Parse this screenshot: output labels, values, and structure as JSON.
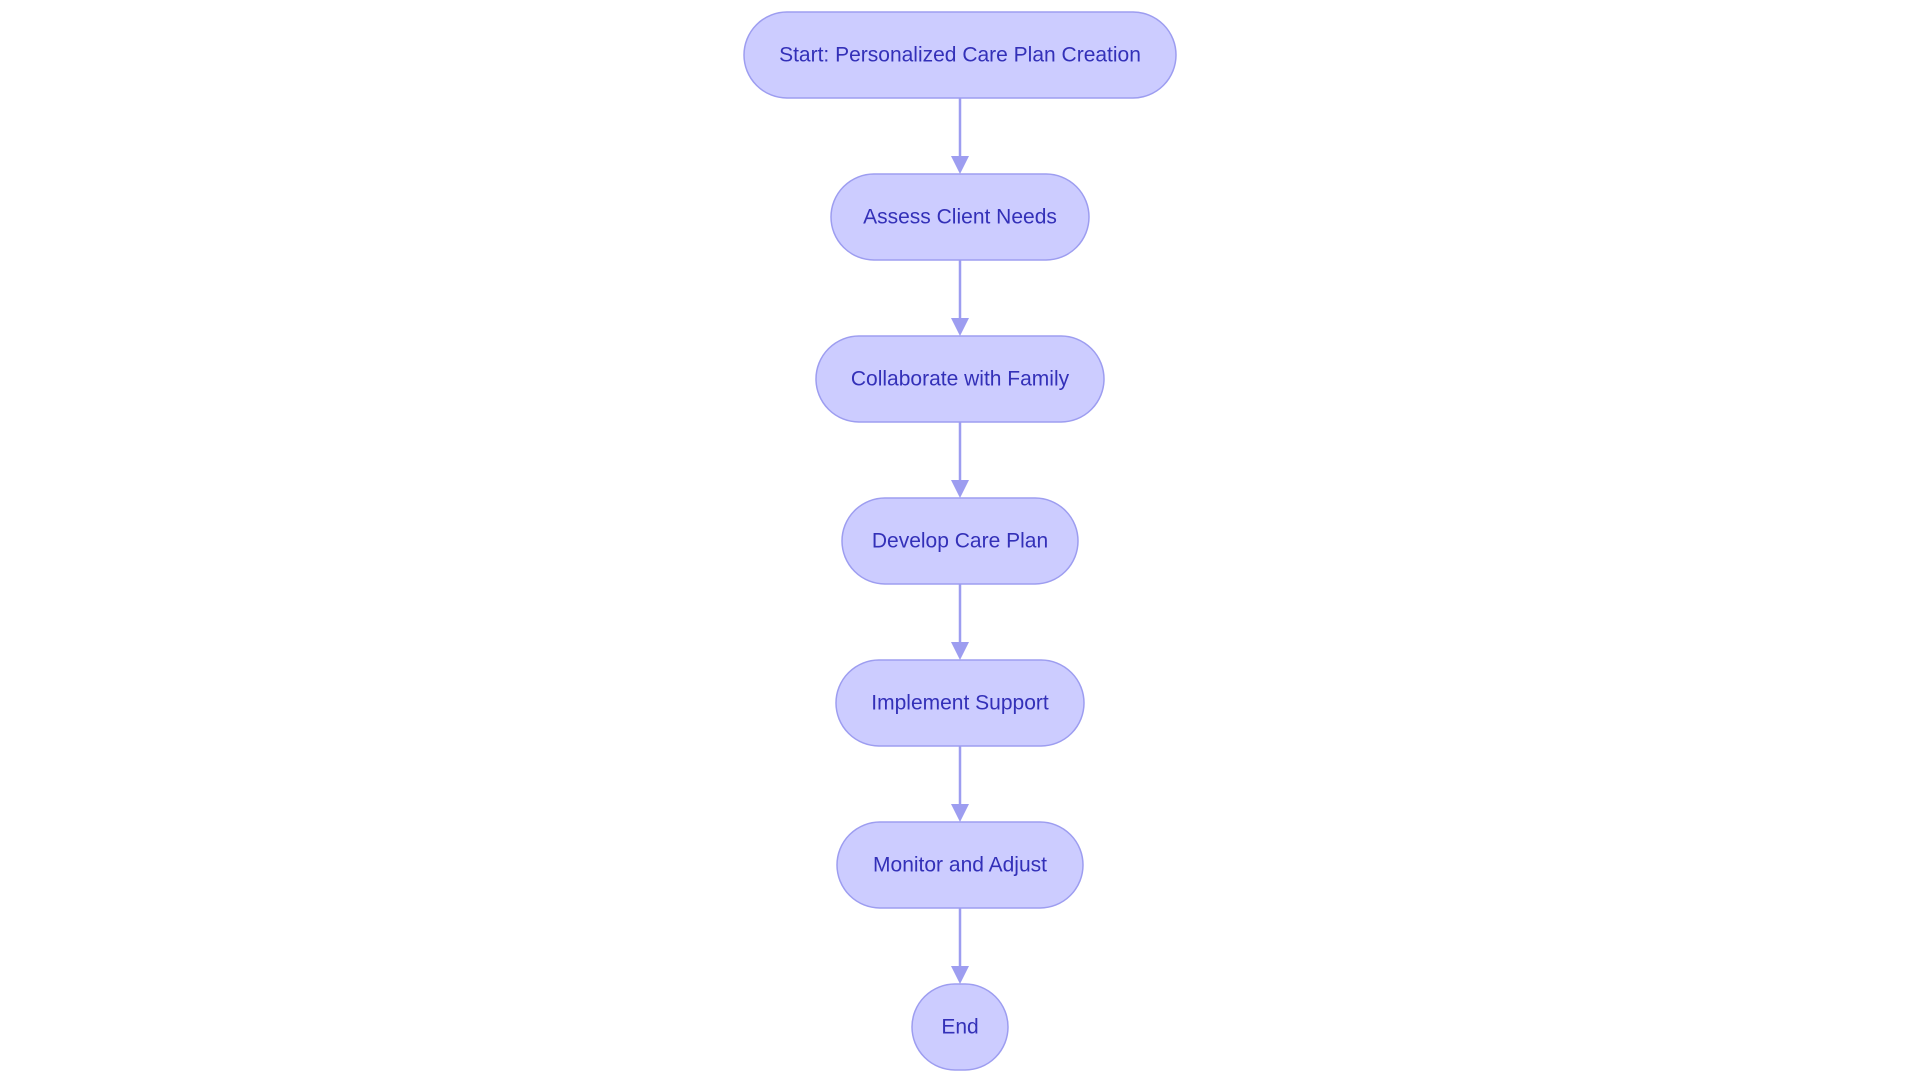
{
  "diagram": {
    "type": "flowchart",
    "direction": "top-to-bottom",
    "colors": {
      "node_fill": "#ccccff",
      "node_stroke": "#9d9df0",
      "text": "#3330b8",
      "edge": "#9d9df0"
    },
    "nodes": [
      {
        "id": "start",
        "label": "Start: Personalized Care Plan Creation"
      },
      {
        "id": "assess",
        "label": "Assess Client Needs"
      },
      {
        "id": "collaborate",
        "label": "Collaborate with Family"
      },
      {
        "id": "develop",
        "label": "Develop Care Plan"
      },
      {
        "id": "implement",
        "label": "Implement Support"
      },
      {
        "id": "monitor",
        "label": "Monitor and Adjust"
      },
      {
        "id": "end",
        "label": "End"
      }
    ],
    "edges": [
      {
        "from": "start",
        "to": "assess"
      },
      {
        "from": "assess",
        "to": "collaborate"
      },
      {
        "from": "collaborate",
        "to": "develop"
      },
      {
        "from": "develop",
        "to": "implement"
      },
      {
        "from": "implement",
        "to": "monitor"
      },
      {
        "from": "monitor",
        "to": "end"
      }
    ]
  }
}
